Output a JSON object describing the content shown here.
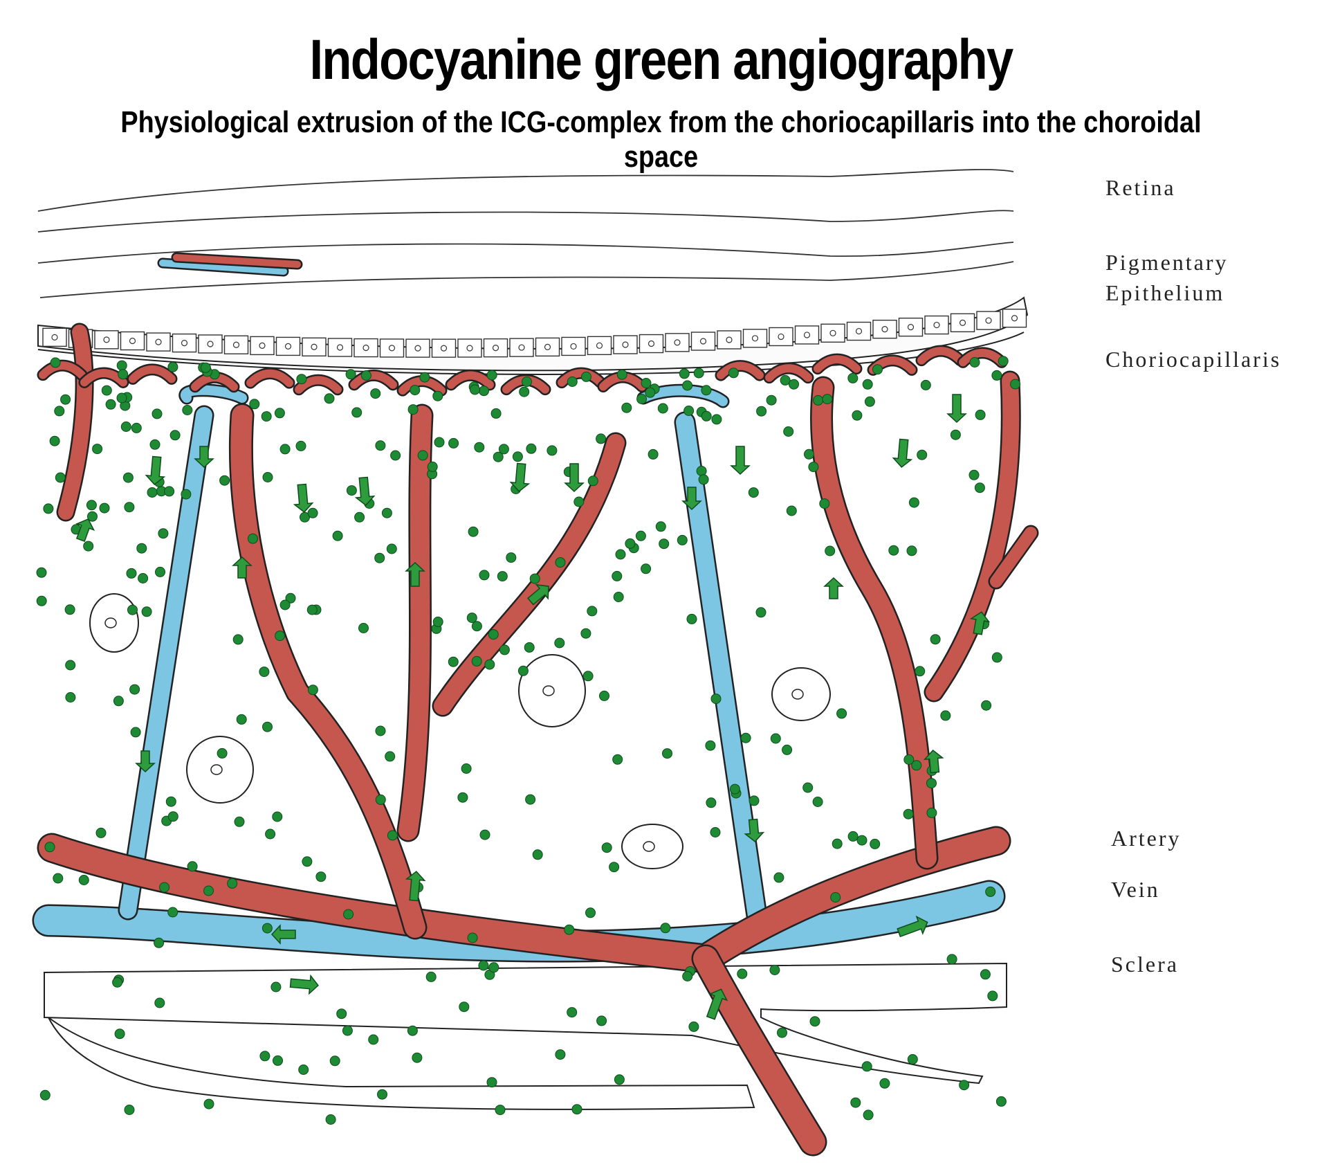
{
  "title": "Indocyanine green angiography",
  "subtitle": "Physiological extrusion of the ICG-complex from the choriocapillaris into the choroidal space",
  "labels": {
    "retina": "Retina",
    "pigmentary_1": "Pigmentary",
    "pigmentary_2": "Epithelium",
    "choriocapillaris": "Choriocapillaris",
    "artery": "Artery",
    "vein": "Vein",
    "sclera": "Sclera"
  },
  "colors": {
    "artery": "#c5574f",
    "vein": "#7cc6e3",
    "icg_dot": "#1e8a34",
    "outline": "#222222"
  }
}
